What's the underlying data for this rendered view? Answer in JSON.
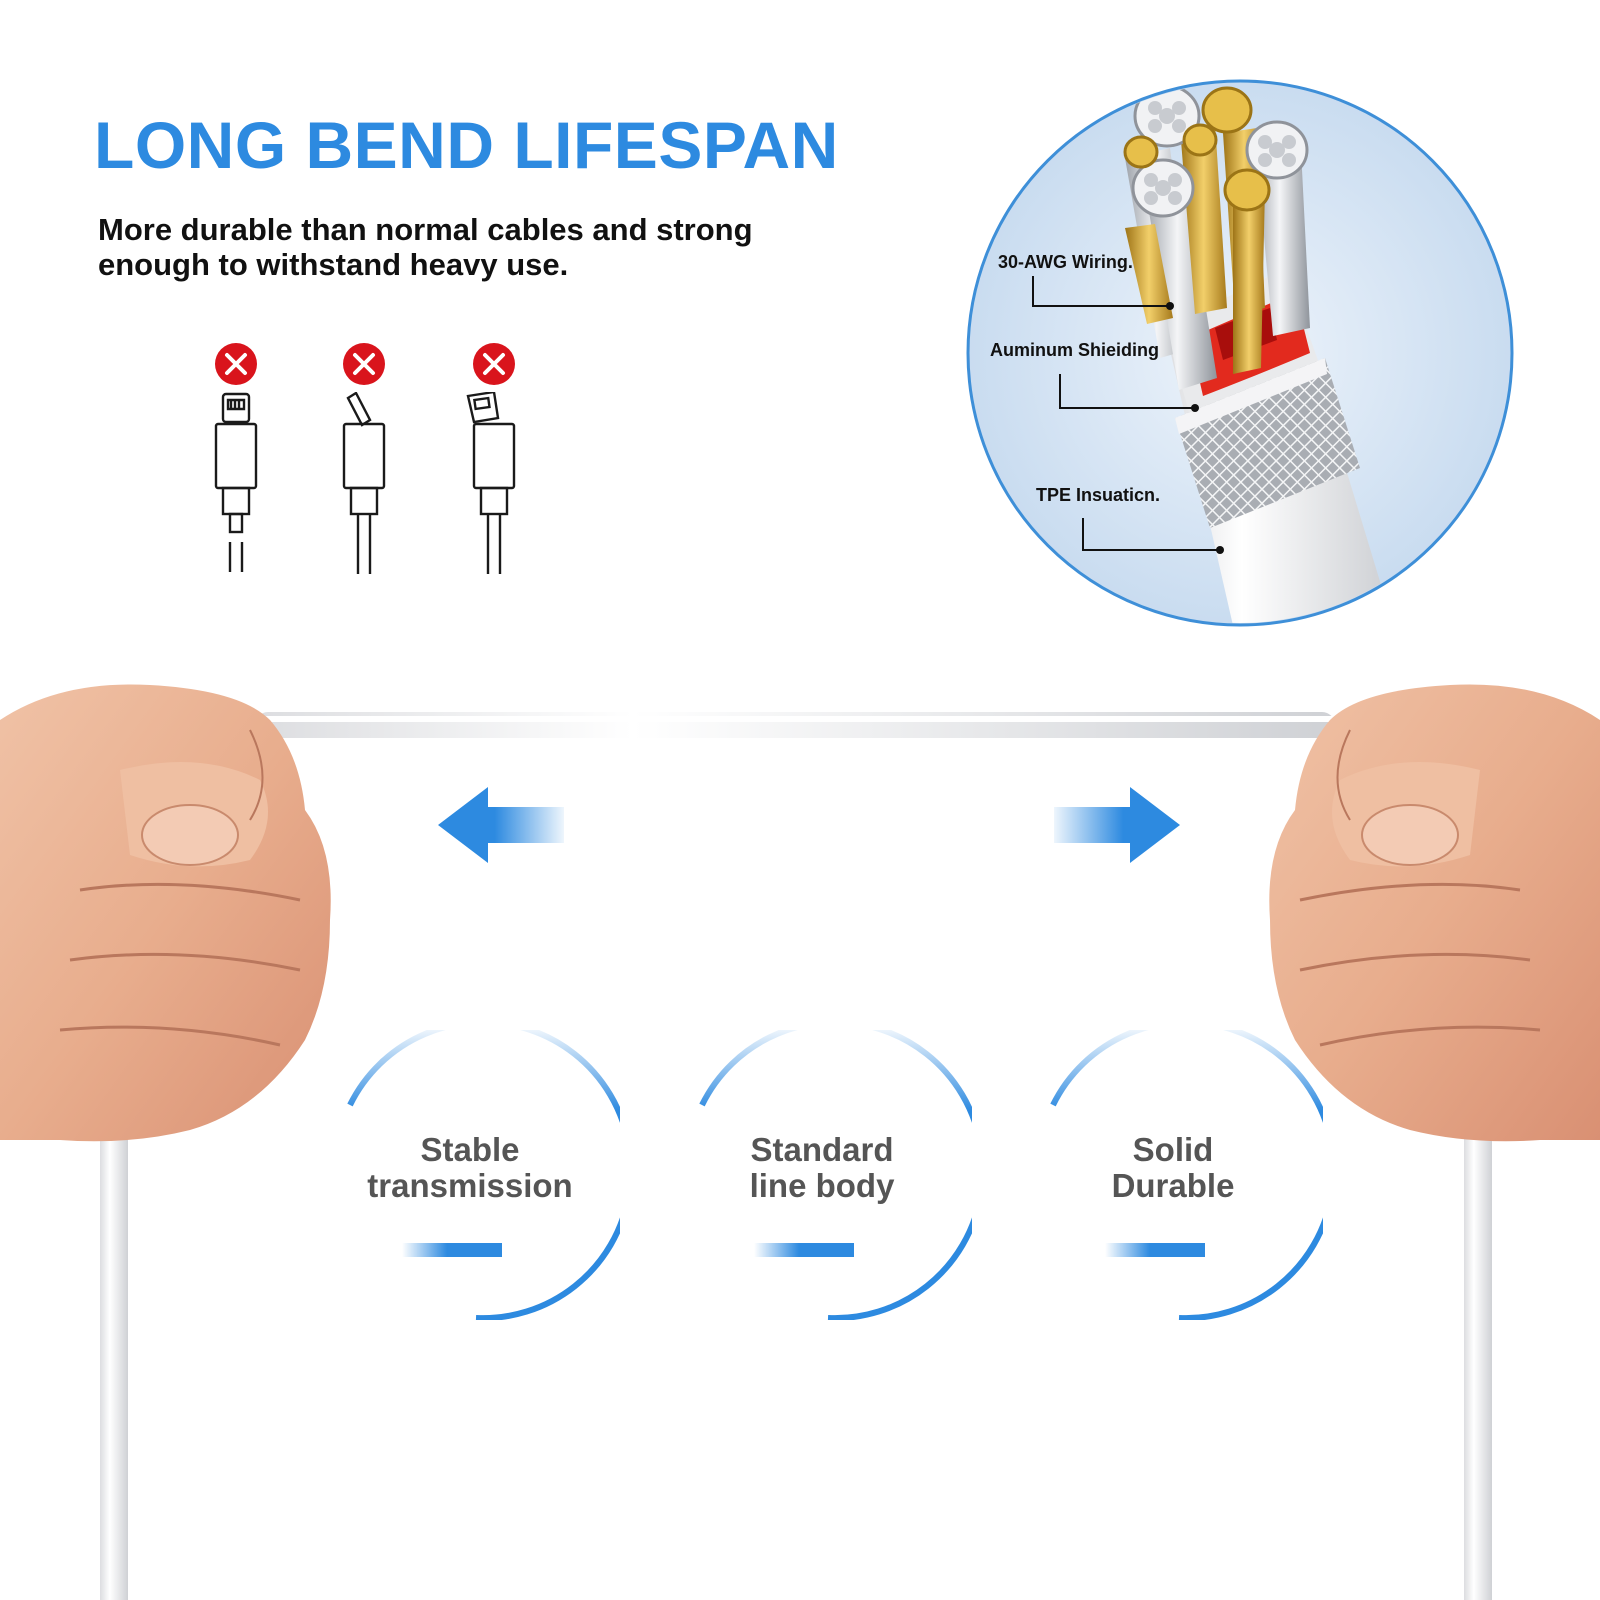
{
  "colors": {
    "accent": "#2d8ae0",
    "error": "#d9141c",
    "text_dark": "#111111",
    "text_gray": "#555555",
    "copper": "#d4a437",
    "inner_red": "#e0231b"
  },
  "header": {
    "title": "LONG BEND LIFESPAN",
    "subtitle": "More durable than normal cables and strong enough to withstand heavy use."
  },
  "failure_modes": [
    {
      "icon": "x-circle-icon",
      "state": "frayed-cable"
    },
    {
      "icon": "x-circle-icon",
      "state": "bent-connector"
    },
    {
      "icon": "x-circle-icon",
      "state": "broken-connector"
    }
  ],
  "cable_diagram": {
    "callouts": [
      "30-AWG Wiring.",
      "Auminum Shieiding",
      "TPE Insuaticn."
    ]
  },
  "arrows": [
    "arrow-left-icon",
    "arrow-right-icon"
  ],
  "features": [
    {
      "lines": [
        "Stable",
        "transmission"
      ]
    },
    {
      "lines": [
        "Standard",
        "line body"
      ]
    },
    {
      "lines": [
        "Solid",
        "Durable"
      ]
    }
  ]
}
